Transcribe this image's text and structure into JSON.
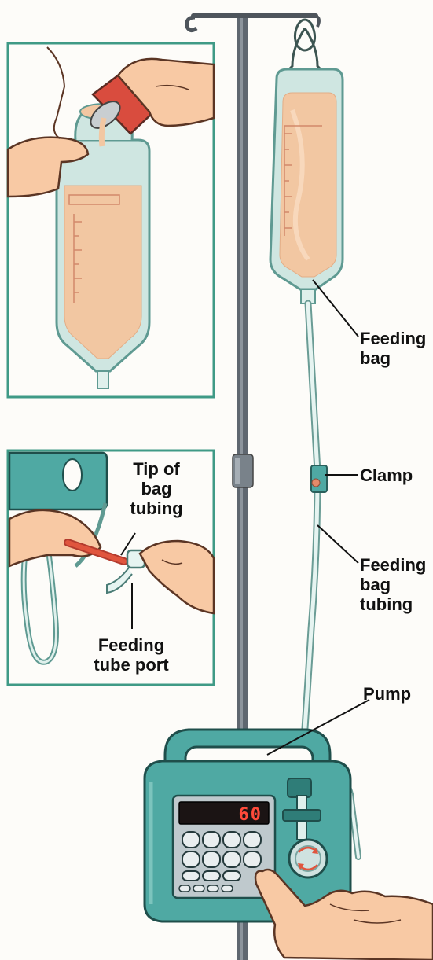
{
  "labels": {
    "feeding_bag": "Feeding\nbag",
    "clamp": "Clamp",
    "feeding_bag_tubing": "Feeding\nbag\ntubing",
    "pump": "Pump",
    "tip_of_bag_tubing": "Tip of\nbag\ntubing",
    "feeding_tube_port": "Feeding\ntube port"
  },
  "pump_display": {
    "value": "60"
  },
  "colors": {
    "pole": "#5f6770",
    "bag_fill": "#f2c7a2",
    "bag_outline": "#8cbfb7",
    "pump_body": "#4fa9a3",
    "pump_dark": "#2f7d78",
    "display_bg": "#1b1414",
    "display_text": "#ff4a3a",
    "tubing": "#d8ece8",
    "skin": "#f8c9a4",
    "inset_border": "#3f9a86"
  },
  "icons": [
    "hand-icon",
    "formula-can-icon",
    "pump-arrow-icon"
  ]
}
